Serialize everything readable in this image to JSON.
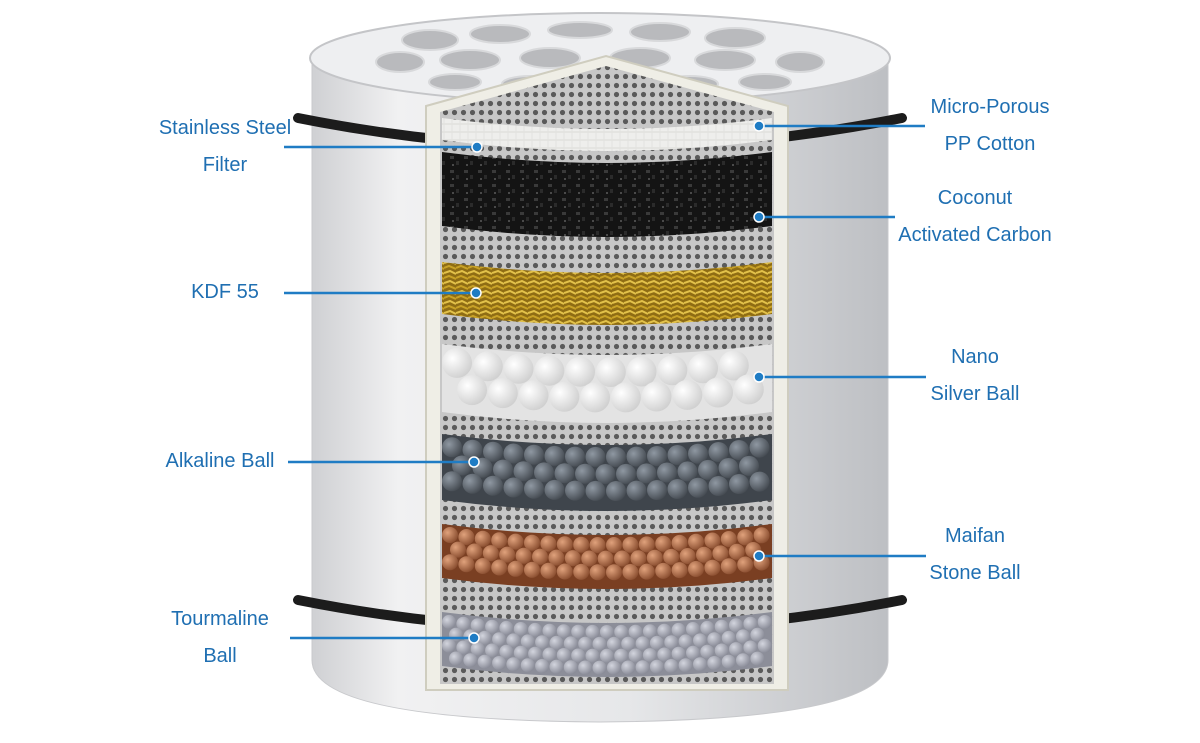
{
  "colors": {
    "label_text": "#1f6fb2",
    "leader_line": "#1f7cc4",
    "housing": "#e4e5e7",
    "gasket": "#1c1c1c"
  },
  "layers": [
    {
      "name": "Micro-Porous PP Cotton",
      "color": "#f0f0ee"
    },
    {
      "name": "Stainless Steel Filter",
      "color": "#bdbdbd"
    },
    {
      "name": "Coconut Activated Carbon",
      "color": "#1b1b1b"
    },
    {
      "name": "KDF 55",
      "color": "#c9a227"
    },
    {
      "name": "Nano Silver Ball",
      "color": "#f4f4f4"
    },
    {
      "name": "Alkaline Ball",
      "color": "#6f7780"
    },
    {
      "name": "Maifan Stone Ball",
      "color": "#b7714a"
    },
    {
      "name": "Tourmaline Ball",
      "color": "#a9abb4"
    }
  ],
  "labels": {
    "stainless_steel": {
      "line1": "Stainless Steel",
      "line2": "Filter"
    },
    "kdf55": {
      "line1": "KDF 55"
    },
    "alkaline": {
      "line1": "Alkaline Ball"
    },
    "tourmaline": {
      "line1": "Tourmaline",
      "line2": "Ball"
    },
    "micro_porous": {
      "line1": "Micro-Porous",
      "line2": "PP Cotton"
    },
    "coconut": {
      "line1": "Coconut",
      "line2": "Activated Carbon"
    },
    "nano_silver": {
      "line1": "Nano",
      "line2": "Silver Ball"
    },
    "maifan": {
      "line1": "Maifan",
      "line2": "Stone Ball"
    }
  }
}
